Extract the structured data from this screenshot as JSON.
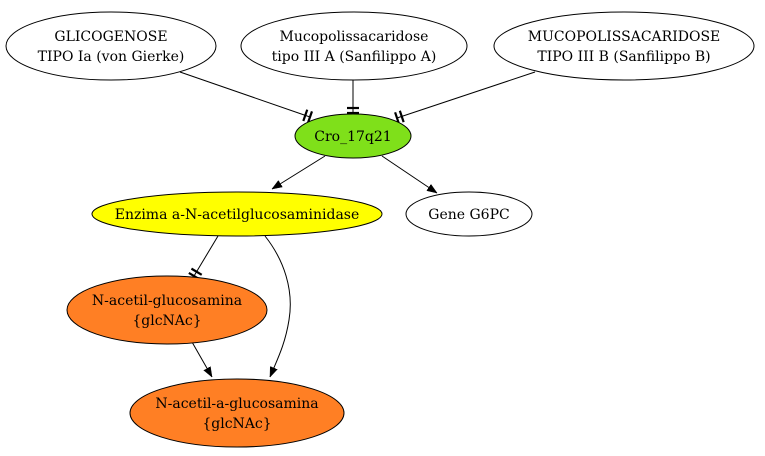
{
  "diagram": {
    "nodes": [
      {
        "id": "glicogenose",
        "lines": [
          "GLICOGENOSE",
          "TIPO Ia (von Gierke)"
        ],
        "fill": "#ffffff"
      },
      {
        "id": "mucopolissacaridose-a",
        "lines": [
          "Mucopolissacaridose",
          "tipo III A (Sanfilippo A)"
        ],
        "fill": "#ffffff"
      },
      {
        "id": "mucopolissacaridose-b",
        "lines": [
          "MUCOPOLISSACARIDOSE",
          "TIPO III B (Sanfilippo B)"
        ],
        "fill": "#ffffff"
      },
      {
        "id": "cro-17q21",
        "lines": [
          "Cro_17q21"
        ],
        "fill": "#7fe01a"
      },
      {
        "id": "enzima",
        "lines": [
          "Enzima a-N-acetilglucosaminidase"
        ],
        "fill": "#ffff00"
      },
      {
        "id": "gene-g6pc",
        "lines": [
          "Gene G6PC"
        ],
        "fill": "#ffffff"
      },
      {
        "id": "n-acetil-glucosamina",
        "lines": [
          "N-acetil-glucosamina",
          "{glcNAc}"
        ],
        "fill": "#ff7f24"
      },
      {
        "id": "n-acetil-a-glucosamina",
        "lines": [
          "N-acetil-a-glucosamina",
          "{glcNAc}"
        ],
        "fill": "#ff7f24"
      }
    ],
    "edges": [
      {
        "from": "glicogenose",
        "to": "cro-17q21",
        "head": "tee"
      },
      {
        "from": "mucopolissacaridose-a",
        "to": "cro-17q21",
        "head": "tee"
      },
      {
        "from": "mucopolissacaridose-b",
        "to": "cro-17q21",
        "head": "tee"
      },
      {
        "from": "cro-17q21",
        "to": "enzima",
        "head": "arrow"
      },
      {
        "from": "cro-17q21",
        "to": "gene-g6pc",
        "head": "arrow"
      },
      {
        "from": "enzima",
        "to": "n-acetil-glucosamina",
        "head": "tee"
      },
      {
        "from": "enzima",
        "to": "n-acetil-a-glucosamina",
        "head": "arrow"
      },
      {
        "from": "n-acetil-glucosamina",
        "to": "n-acetil-a-glucosamina",
        "head": "arrow"
      }
    ]
  }
}
